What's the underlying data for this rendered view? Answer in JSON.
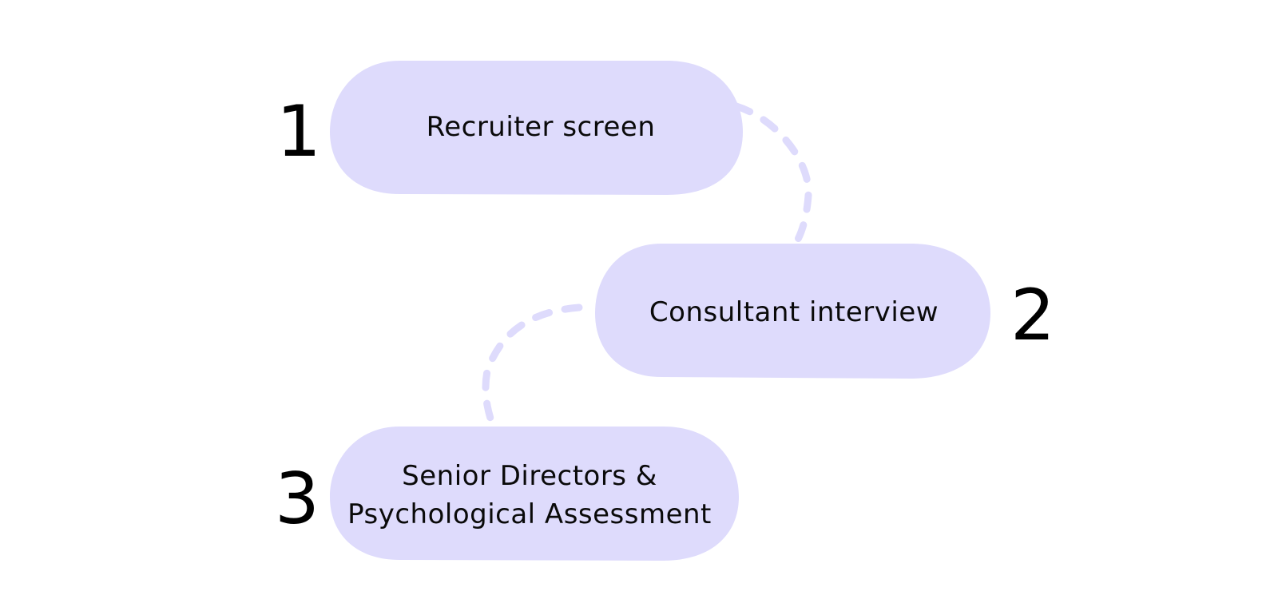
{
  "colors": {
    "pill_fill": "#dedbfc",
    "connector": "#dedbfc",
    "number_text": "#000000",
    "label_text": "#0a0a0a"
  },
  "steps": [
    {
      "number": "1",
      "label_lines": [
        "Recruiter screen"
      ]
    },
    {
      "number": "2",
      "label_lines": [
        "Consultant interview"
      ]
    },
    {
      "number": "3",
      "label_lines": [
        "Senior Directors &",
        "Psychological Assessment"
      ]
    }
  ]
}
